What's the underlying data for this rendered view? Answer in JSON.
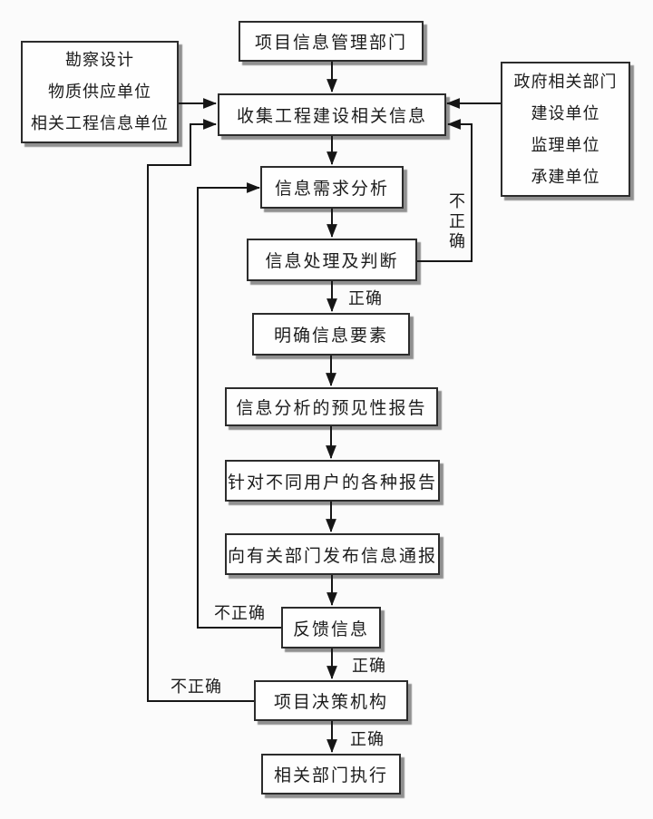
{
  "diagram": {
    "title_hint": "工程建设信息管理流程图",
    "colors": {
      "background": "#fbfbfb",
      "node_fill": "#fefefe",
      "node_border": "#2c2c2c",
      "wire": "#161616",
      "shadow": "#7d7d7d",
      "text": "#1c1c1c"
    },
    "nodes": {
      "top": "项目信息管理部门",
      "collect": "收集工程建设相关信息",
      "demand": "信息需求分析",
      "process": "信息处理及判断",
      "clarify": "明确信息要素",
      "foresee": "信息分析的预见性报告",
      "reports": "针对不同用户的各种报告",
      "publish": "向有关部门发布信息通报",
      "feedback": "反馈信息",
      "decision": "项目决策机构",
      "execute": "相关部门执行"
    },
    "sources_left": {
      "lines": [
        "勘察设计",
        "物质供应单位",
        "相关工程信息单位"
      ]
    },
    "sources_right": {
      "lines": [
        "政府相关部门",
        "建设单位",
        "监理单位",
        "承建单位"
      ]
    },
    "edge_labels": {
      "correct_1": "正确",
      "correct_2": "正确",
      "correct_3": "正确",
      "incorrect_process": "不正确",
      "incorrect_feedback": "不正确",
      "incorrect_decision": "不正确"
    }
  }
}
